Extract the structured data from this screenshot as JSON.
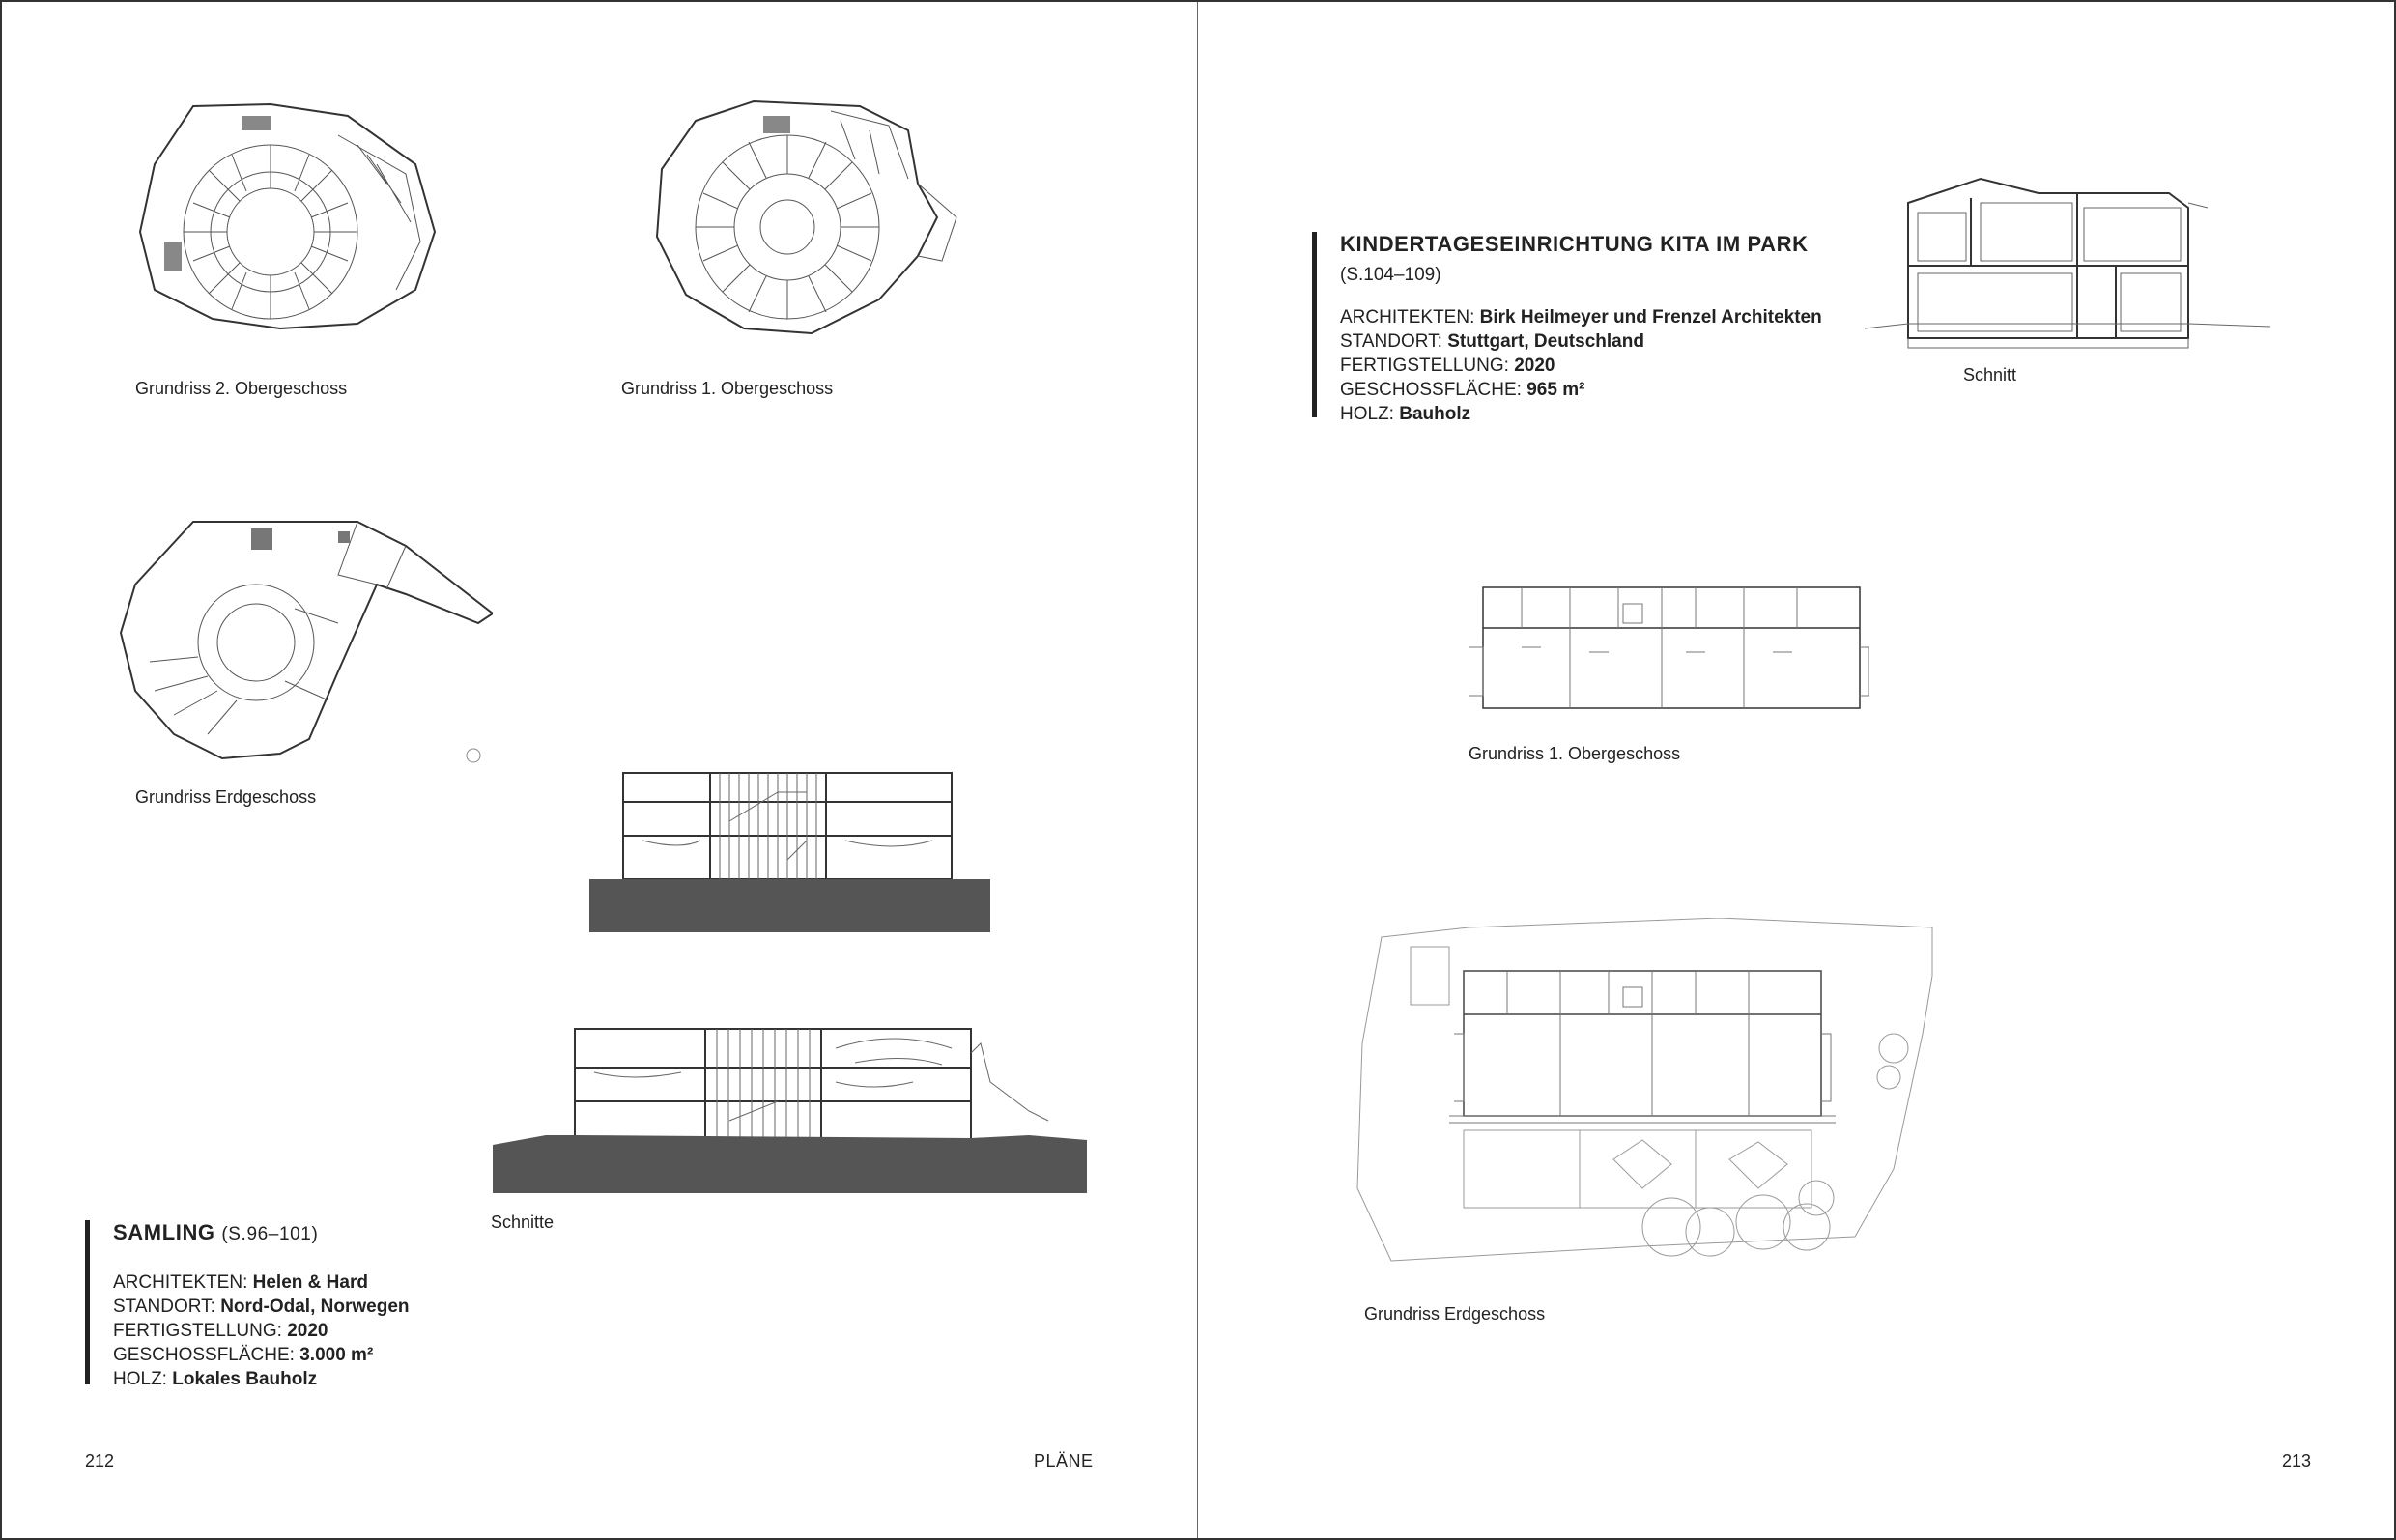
{
  "left_page": {
    "captions": {
      "plan_2og": "Grundriss 2. Obergeschoss",
      "plan_1og": "Grundriss 1. Obergeschoss",
      "plan_eg": "Grundriss Erdgeschoss",
      "sections": "Schnitte"
    },
    "project": {
      "name": "SAMLING",
      "pages": "(S.96–101)",
      "facts": [
        {
          "label": "ARCHITEKTEN:",
          "value": "Helen & Hard"
        },
        {
          "label": "STANDORT:",
          "value": "Nord-Odal, Norwegen"
        },
        {
          "label": "FERTIGSTELLUNG:",
          "value": "2020"
        },
        {
          "label": "GESCHOSSFLÄCHE:",
          "value": "3.000 m²"
        },
        {
          "label": "HOLZ:",
          "value": "Lokales Bauholz"
        }
      ]
    },
    "page_number": "212",
    "running_head": "PLÄNE"
  },
  "right_page": {
    "captions": {
      "section": "Schnitt",
      "plan_1og": "Grundriss 1. Obergeschoss",
      "plan_eg": "Grundriss Erdgeschoss"
    },
    "project": {
      "name": "KINDERTAGESEINRICHTUNG KITA IM PARK",
      "pages": "(S.104–109)",
      "facts": [
        {
          "label": "ARCHITEKTEN:",
          "value": "Birk Heilmeyer und Frenzel Architekten"
        },
        {
          "label": "STANDORT:",
          "value": "Stuttgart, Deutschland"
        },
        {
          "label": "FERTIGSTELLUNG:",
          "value": "2020"
        },
        {
          "label": "GESCHOSSFLÄCHE:",
          "value": "965 m²"
        },
        {
          "label": "HOLZ:",
          "value": "Bauholz"
        }
      ]
    },
    "page_number": "213"
  }
}
